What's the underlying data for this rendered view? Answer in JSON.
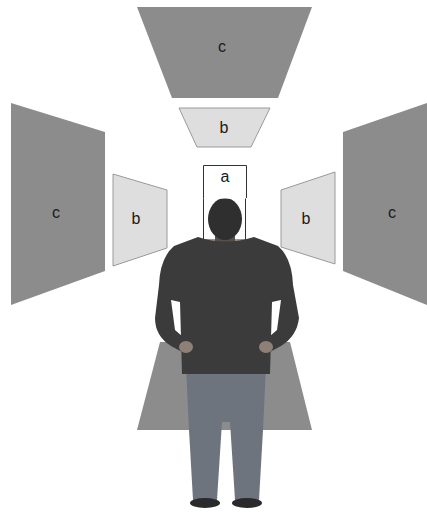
{
  "diagram": {
    "nodes": [
      {
        "text": [
          "c"
        ]
      },
      {
        "text": [
          "b"
        ]
      },
      {
        "text": [
          "a"
        ]
      },
      {
        "text": [
          "c"
        ]
      },
      {
        "text": [
          "b"
        ]
      },
      {
        "text": [
          "b"
        ]
      },
      {
        "text": [
          "c"
        ]
      }
    ]
  }
}
